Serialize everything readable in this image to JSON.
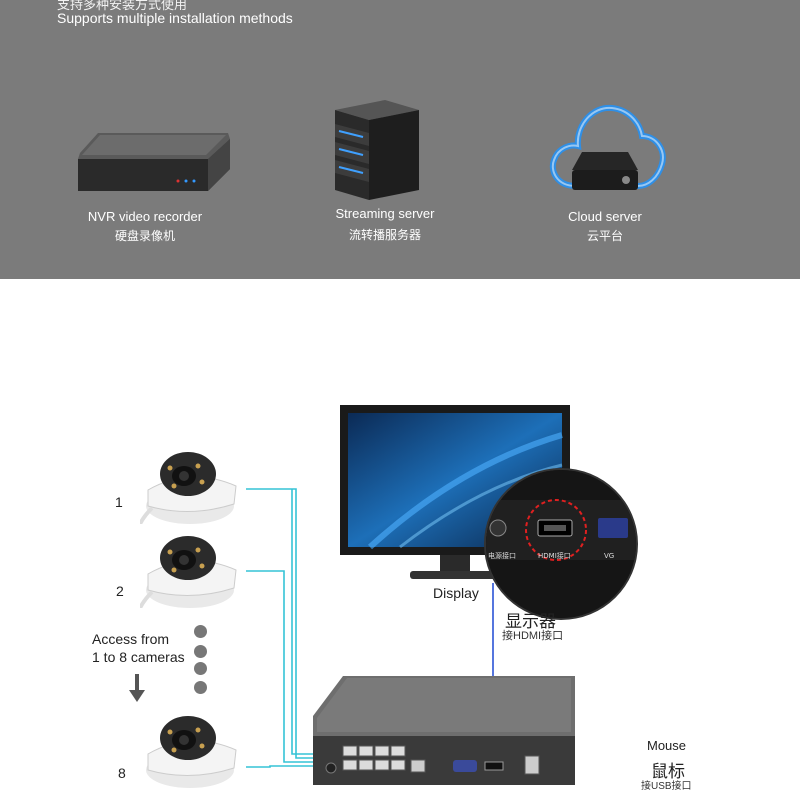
{
  "header": {
    "line_cn": "支持多种安装方式使用",
    "line_en": "Supports multiple installation methods"
  },
  "devices": [
    {
      "en": "NVR video recorder",
      "cn": "硬盘录像机",
      "icon": "nvr-icon"
    },
    {
      "en": "Streaming server",
      "cn": "流转播服务器",
      "icon": "server-icon"
    },
    {
      "en": "Cloud server",
      "cn": "云平台",
      "icon": "cloud-icon"
    }
  ],
  "cameras": [
    {
      "label": "1"
    },
    {
      "label": "2"
    },
    {
      "label": "8"
    }
  ],
  "access_text_line1": "Access from",
  "access_text_line2": "1 to 8 cameras",
  "display": {
    "label_en": "Display",
    "label_cn": "显示器",
    "port_text": "接HDMI接口",
    "zoom_labels": {
      "power": "电源接口",
      "hdmi": "HDMI接口",
      "vga": "VG"
    }
  },
  "mouse": {
    "en": "Mouse",
    "cn": "鼠标",
    "sub": "接USB接口"
  },
  "colors": {
    "panel_bg": "#7b7b7b",
    "cable_cyan": "#35c3d6",
    "cable_blue": "#2b54d6",
    "cable_red": "#e02020",
    "cable_purple": "#c040c0",
    "cable_green": "#30c030",
    "cloud_blue": "#2f8fe6"
  }
}
